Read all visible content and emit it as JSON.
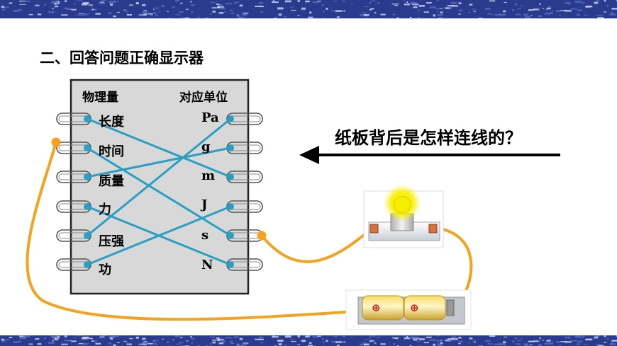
{
  "title": "二、回答问题正确显示器",
  "question": "纸板背后是怎样连线的？",
  "board": {
    "quantity_header": "物理量",
    "unit_header": "对应单位",
    "quantities": [
      "长度",
      "时间",
      "质量",
      "力",
      "压强",
      "功"
    ],
    "units": [
      "Pa",
      "g",
      "m",
      "J",
      "s",
      "N"
    ]
  },
  "connections": [
    {
      "quantity": "长度",
      "unit": "m"
    },
    {
      "quantity": "时间",
      "unit": "s"
    },
    {
      "quantity": "质量",
      "unit": "g"
    },
    {
      "quantity": "力",
      "unit": "N"
    },
    {
      "quantity": "压强",
      "unit": "Pa"
    },
    {
      "quantity": "功",
      "unit": "J"
    }
  ],
  "battery_symbols": [
    "⊕",
    "⊕"
  ],
  "colors": {
    "board_fill": "#d8d8d8",
    "hidden_wire": "#2a9fc4",
    "probe_wire": "#f5a21e",
    "band": "#2a3a8c"
  }
}
